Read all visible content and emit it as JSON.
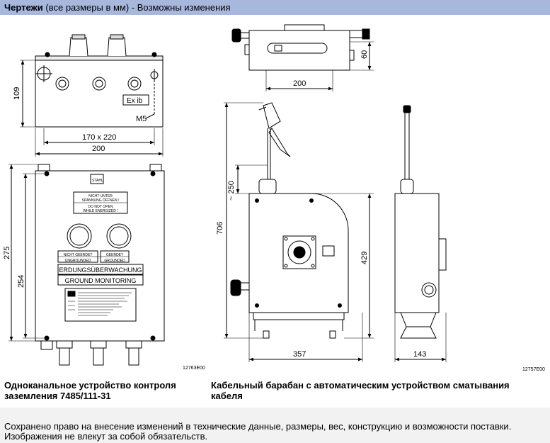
{
  "header": {
    "title_bold": "Чертежи",
    "title_rest": " (все размеры в мм) - Возможны изменения"
  },
  "drawing_left": {
    "dims": {
      "height_109": "109",
      "width_170x220": "170 x 220",
      "width_200": "200",
      "thread_m5": "M5",
      "height_275": "275",
      "height_254": "254"
    },
    "labels": {
      "ex_ib": "Ex ib",
      "stahl": "STAHL",
      "warn1_line1": "NICHT UNTER",
      "warn1_line2": "SPANNUNG ÖFFNEN !",
      "warn2_line1": "DO NOT OPEN",
      "warn2_line2": "WHILE ENERGIZED !",
      "geerdet": "NICHT GEERDET",
      "geerdet2": "GEERDET",
      "ungrounded": "UNGROUNDED",
      "grounded": "GROUNDED",
      "erdung": "ERDUNGSÜBERWACHUNG",
      "ground": "GROUND  MONITORING"
    },
    "code": "12763E00"
  },
  "drawing_right": {
    "dims": {
      "height_60": "60",
      "width_200": "200",
      "approx_250": "~ 250",
      "height_706": "706",
      "height_429": "429",
      "width_357": "357",
      "width_143": "143"
    },
    "code": "12757E00"
  },
  "captions": {
    "left": "Одноканальное устройство контроля заземления 7485/111-31",
    "right": "Кабельный барабан с автоматическим устройством сматывания кабеля"
  },
  "disclaimer": {
    "line1": "Сохранено право на внесение изменений в технические данные, размеры, вес, конструкцию и возможности поставки.",
    "line2": "Изображения не влекут за собой обязательств."
  }
}
